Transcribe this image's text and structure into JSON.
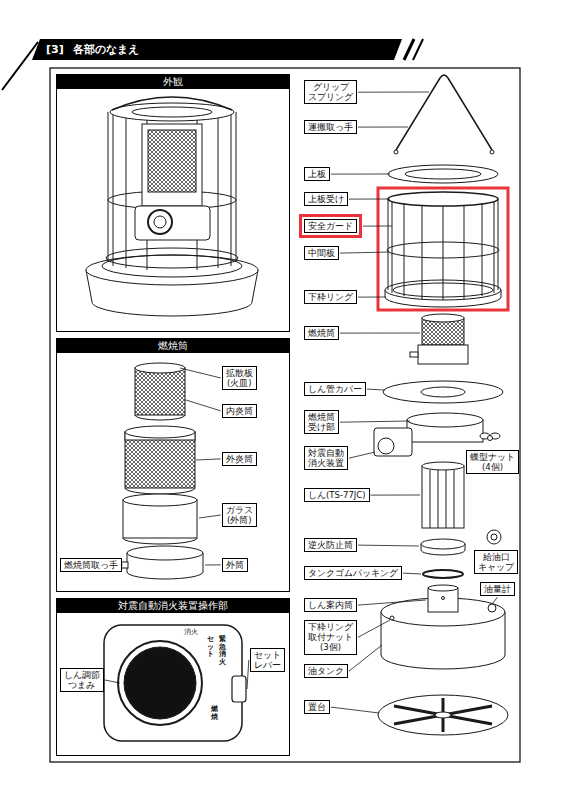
{
  "diagram": {
    "title": "[3] 各部のなまえ",
    "nodes": [
      {
        "text": [
          "外観"
        ]
      },
      {
        "text": [
          "燃焼筒"
        ]
      },
      {
        "text": [
          "拡散板 (火皿)"
        ],
        "in": 1
      },
      {
        "text": [
          "内炎筒"
        ],
        "in": 1
      },
      {
        "text": [
          "外炎筒"
        ],
        "in": 1
      },
      {
        "text": [
          "ガラス (外筒)"
        ],
        "in": 1
      },
      {
        "text": [
          "燃焼筒取っ手"
        ],
        "in": 1
      },
      {
        "text": [
          "外筒"
        ],
        "in": 1
      },
      {
        "text": [
          "対震自動消火装置操作部"
        ]
      },
      {
        "text": [
          "しん調節 つまみ"
        ],
        "in": 8
      },
      {
        "text": [
          "セット レバー"
        ],
        "in": 8
      },
      {
        "text": [
          "グリップ スプリング"
        ]
      },
      {
        "text": [
          "運搬取っ手"
        ]
      },
      {
        "text": [
          "上板"
        ]
      },
      {
        "text": [
          "上板受け"
        ]
      },
      {
        "text": [
          "安全ガード"
        ]
      },
      {
        "text": [
          "中間板"
        ]
      },
      {
        "text": [
          "下枠リング"
        ]
      },
      {
        "text": [
          "燃焼筒"
        ]
      },
      {
        "text": [
          "しん管カバー"
        ]
      },
      {
        "text": [
          "燃焼筒 受け部"
        ]
      },
      {
        "text": [
          "蝶型ナット (4個)"
        ]
      },
      {
        "text": [
          "対震自動 消火装置"
        ]
      },
      {
        "text": [
          "しん(TS-77JC)"
        ]
      },
      {
        "text": [
          "逆火防止筒"
        ]
      },
      {
        "text": [
          "給油口 キャップ"
        ]
      },
      {
        "text": [
          "タンクゴムパッキング"
        ]
      },
      {
        "text": [
          "油量計"
        ]
      },
      {
        "text": [
          "しん案内筒"
        ]
      },
      {
        "text": [
          "下枠リング 取付ナット (3個)"
        ]
      },
      {
        "text": [
          "油タンク"
        ]
      },
      {
        "text": [
          "置台"
        ]
      }
    ],
    "labels": [
      "消火",
      "セット",
      "緊急消火",
      "燃焼"
    ]
  }
}
